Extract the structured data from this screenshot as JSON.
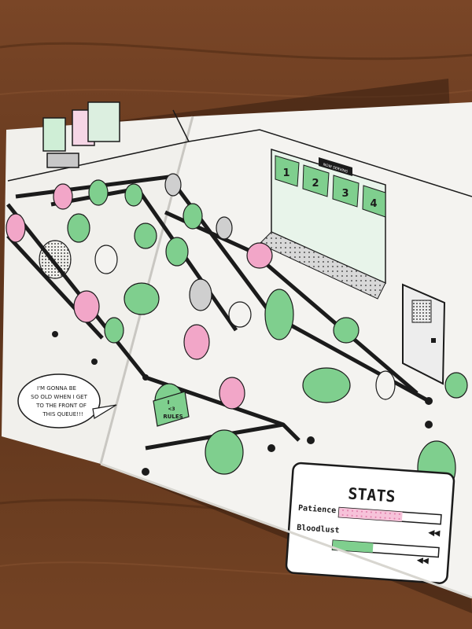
{
  "colors": {
    "table": "#6b3d1f",
    "paper": "#f3f2ef",
    "ink": "#1b1b1b",
    "green": "#7fcf8e",
    "pink": "#f2a6c8"
  },
  "sign": {
    "window_sign": "NOW SERVING"
  },
  "counters": {
    "labels": [
      "1",
      "2",
      "3",
      "4"
    ]
  },
  "speech_bubble": {
    "lines": [
      "I'M GONNA BE",
      "SO OLD WHEN I GET",
      "TO THE FRONT OF",
      "THIS QUEUE!!!"
    ]
  },
  "protest_sign": {
    "lines": [
      "I",
      "<3",
      "RULES"
    ]
  },
  "stats": {
    "title": "STATS",
    "patience_label": "Patience",
    "bloodlust_label": "Bloodlust",
    "patience_level": 0.62,
    "bloodlust_level": 0.38
  }
}
